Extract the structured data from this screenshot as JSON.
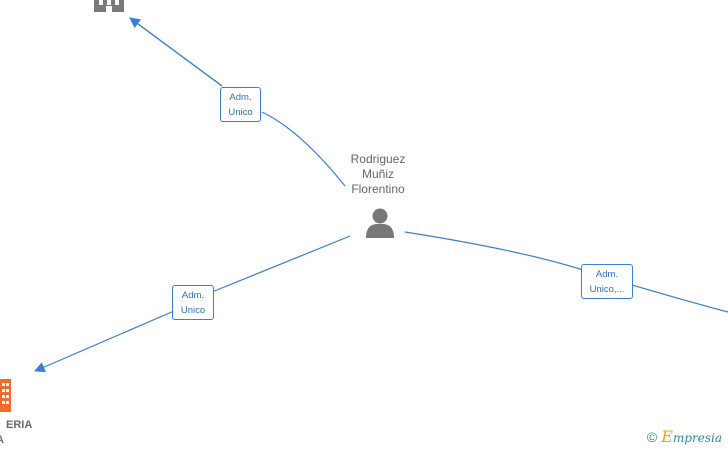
{
  "person": {
    "name_lines": [
      "Rodriguez",
      "Muñiz",
      "Florentino"
    ],
    "icon": "person-icon"
  },
  "edges": {
    "top": {
      "label_lines": [
        "Adm.",
        "Unico"
      ]
    },
    "left": {
      "label_lines": [
        "Adm.",
        "Unico"
      ]
    },
    "right": {
      "label_lines": [
        "Adm.",
        "Unico,..."
      ]
    }
  },
  "companies": {
    "top": {
      "icon": "building-icon",
      "color": "#7a7a7a"
    },
    "bottom_left": {
      "icon": "building-icon",
      "color": "#f26b2a",
      "label_lines": [
        "ERIA",
        "A"
      ]
    }
  },
  "colors": {
    "edge": "#3b7fd1",
    "person_icon": "#777777"
  },
  "footer": {
    "copyright": "©",
    "brand_initial": "E",
    "brand_rest": "mpresia"
  }
}
